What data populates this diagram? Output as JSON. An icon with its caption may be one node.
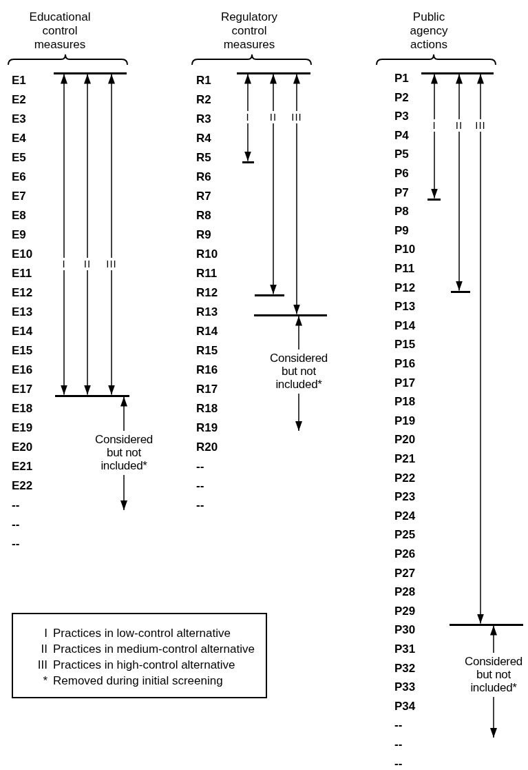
{
  "diagram": {
    "nodes": [
      {
        "text": [],
        "shape": "bar"
      },
      {
        "text": [],
        "shape": "bar"
      },
      {
        "text": [
          "Considered but not included*"
        ]
      },
      {
        "text": [],
        "shape": "bar"
      },
      {
        "text": [],
        "shape": "bar"
      },
      {
        "text": [],
        "shape": "bar"
      },
      {
        "text": [],
        "shape": "bar"
      },
      {
        "text": [
          "Considered but not included*"
        ]
      },
      {
        "text": [],
        "shape": "bar"
      },
      {
        "text": [],
        "shape": "bar"
      },
      {
        "text": [],
        "shape": "bar"
      },
      {
        "text": [],
        "shape": "bar"
      },
      {
        "text": [
          "Considered but not included*"
        ]
      },
      {
        "text": [
          "I",
          "Practices in low-control alternative",
          "II",
          "Practices in medium-control alternative",
          "III",
          "Practices in high-control alternative",
          "*",
          "Removed during initial screening"
        ]
      }
    ],
    "edges": [
      {
        "from": 0,
        "to": 1,
        "arrow": "both",
        "label": "I"
      },
      {
        "from": 0,
        "to": 1,
        "arrow": "both",
        "label": "II"
      },
      {
        "from": 0,
        "to": 1,
        "arrow": "both",
        "label": "III"
      },
      {
        "from": 2,
        "to": 1,
        "arrow": "to"
      },
      {
        "from": 2,
        "to": null,
        "arrow": "to"
      },
      {
        "from": 3,
        "to": 4,
        "arrow": "both",
        "label": "I"
      },
      {
        "from": 3,
        "to": 5,
        "arrow": "both",
        "label": "II"
      },
      {
        "from": 3,
        "to": 6,
        "arrow": "both",
        "label": "III"
      },
      {
        "from": 7,
        "to": 6,
        "arrow": "to"
      },
      {
        "from": 7,
        "to": null,
        "arrow": "to"
      },
      {
        "from": 8,
        "to": 9,
        "arrow": "both",
        "label": "I"
      },
      {
        "from": 8,
        "to": 10,
        "arrow": "both",
        "label": "II"
      },
      {
        "from": 8,
        "to": 11,
        "arrow": "both",
        "label": "III"
      },
      {
        "from": 12,
        "to": 11,
        "arrow": "to"
      },
      {
        "from": 12,
        "to": null,
        "arrow": "to"
      }
    ],
    "labels": [
      "Educational control measures",
      "Regulatory control measures",
      "Public agency actions",
      "E1",
      "E2",
      "E3",
      "E4",
      "E5",
      "E6",
      "E7",
      "E8",
      "E9",
      "E10",
      "E11",
      "E12",
      "E13",
      "E14",
      "E15",
      "E16",
      "E17",
      "E18",
      "E19",
      "E20",
      "E21",
      "E22",
      "--",
      "--",
      "--",
      "R1",
      "R2",
      "R3",
      "R4",
      "R5",
      "R6",
      "R7",
      "R8",
      "R9",
      "R10",
      "R11",
      "R12",
      "R13",
      "R14",
      "R15",
      "R16",
      "R17",
      "R18",
      "R19",
      "R20",
      "--",
      "--",
      "--",
      "P1",
      "P2",
      "P3",
      "P4",
      "P5",
      "P6",
      "P7",
      "P8",
      "P9",
      "P10",
      "P11",
      "P12",
      "P13",
      "P14",
      "P15",
      "P16",
      "P17",
      "P18",
      "P19",
      "P20",
      "P21",
      "P22",
      "P23",
      "P24",
      "P25",
      "P26",
      "P27",
      "P28",
      "P29",
      "P30",
      "P31",
      "P32",
      "P33",
      "P34",
      "--",
      "--",
      "--"
    ]
  }
}
